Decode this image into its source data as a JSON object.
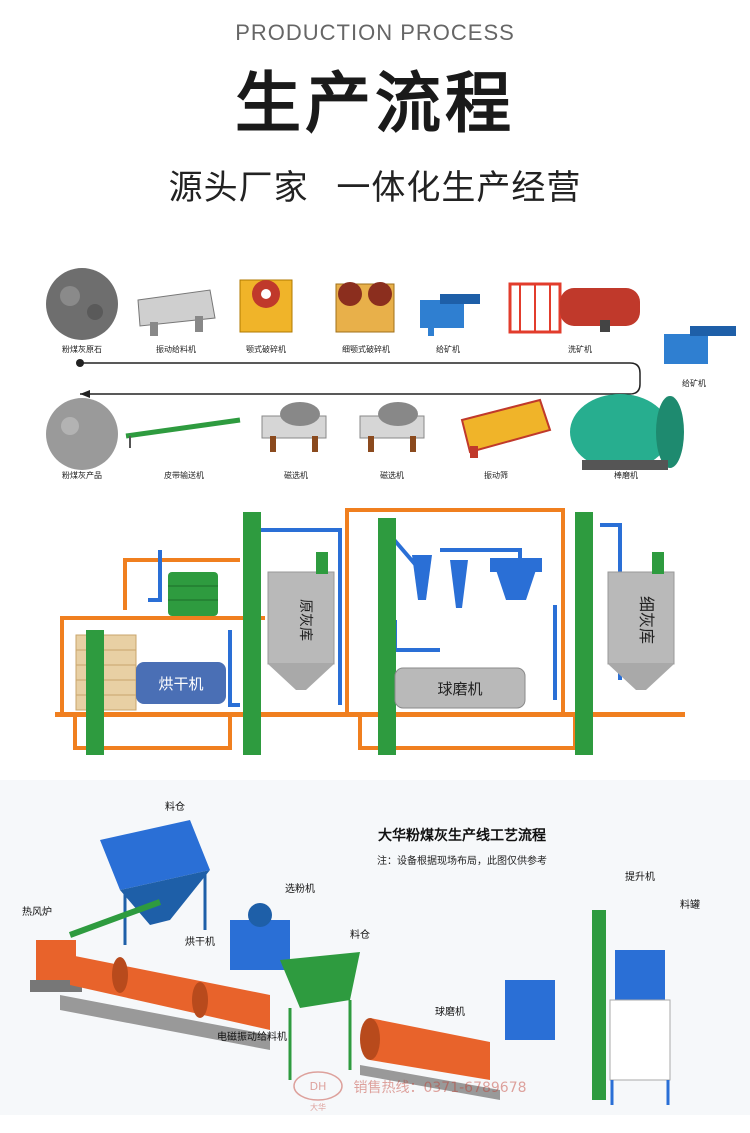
{
  "header": {
    "eyebrow": "PRODUCTION PROCESS",
    "title": "生产流程",
    "subtitle_a": "源头厂家",
    "subtitle_b": "一体化生产经营"
  },
  "flow": {
    "row1": [
      {
        "label": "粉煤灰原石",
        "icon": "raw-stone-icon"
      },
      {
        "label": "振动给料机",
        "icon": "vibrating-feeder-icon"
      },
      {
        "label": "颚式破碎机",
        "icon": "jaw-crusher-icon"
      },
      {
        "label": "细颚式破碎机",
        "icon": "fine-jaw-crusher-icon"
      },
      {
        "label": "给矿机",
        "icon": "ore-feeder-icon"
      },
      {
        "label": "洗矿机",
        "icon": "ore-washer-icon"
      }
    ],
    "right": {
      "label": "给矿机",
      "icon": "ore-feeder-icon"
    },
    "row2": [
      {
        "label": "粉煤灰产品",
        "icon": "fly-ash-product-icon"
      },
      {
        "label": "皮带输送机",
        "icon": "belt-conveyor-icon"
      },
      {
        "label": "磁选机",
        "icon": "magnetic-separator-icon"
      },
      {
        "label": "磁选机",
        "icon": "magnetic-separator-icon"
      },
      {
        "label": "振动筛",
        "icon": "vibrating-screen-icon"
      },
      {
        "label": "棒磨机",
        "icon": "rod-mill-icon"
      }
    ]
  },
  "plant": {
    "dryer": "烘干机",
    "raw_silo": "原灰库",
    "ball_mill": "球磨机",
    "fine_silo": "细灰库"
  },
  "line3d": {
    "title": "大华粉煤灰生产线工艺流程",
    "note": "注：设备根据现场布局，此图仅供参考",
    "labels": {
      "hopper_top": "料仓",
      "hot_blast": "热风炉",
      "dryer": "烘干机",
      "separator": "选粉机",
      "hopper_mid": "料仓",
      "vib_feeder": "电磁振动给料机",
      "ball_mill": "球磨机",
      "elevator": "提升机",
      "tank": "料罐"
    },
    "logo": "DH",
    "logo_sub": "大华",
    "hotline": "销售热线：0371-6789678"
  },
  "colors": {
    "orange": "#e8632b",
    "green": "#2e9b3f",
    "blue": "#2a6fd6",
    "pipe_orange": "#f07f1f",
    "grey": "#b9b9b9"
  }
}
